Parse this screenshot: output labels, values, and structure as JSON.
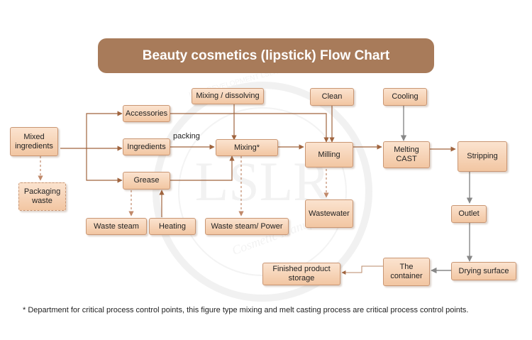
{
  "title": "Beauty cosmetics (lipstick) Flow Chart",
  "watermark": {
    "text_large": "LSLR",
    "text_small": "Cosmetic Manufacturer",
    "text_top": "INCE DEVELOPMENT LSLR"
  },
  "nodes": {
    "mixed_ingredients": "Mixed ingredients",
    "packaging_waste": "Packaging waste",
    "accessories": "Accessories",
    "ingredients": "Ingredients",
    "grease": "Grease",
    "waste_steam": "Waste steam",
    "heating": "Heating",
    "mixing_dissolving": "Mixing / dissolving",
    "mixing": "Mixing*",
    "waste_steam_power": "Waste steam/ Power",
    "clean": "Clean",
    "milling": "Milling",
    "wastewater": "Wastewater",
    "cooling": "Cooling",
    "melting_cast": "Melting CAST",
    "stripping": "Stripping",
    "outlet": "Outlet",
    "drying_surface": "Drying surface",
    "the_container": "The container",
    "finished_product_storage": "Finished product storage"
  },
  "labels": {
    "packing": "packing"
  },
  "footnote": "* Department for critical process control points, this figure type mixing and melt casting process are critical process control points.",
  "colors": {
    "title_bg": "#a87b5a",
    "box_fill": "#f6d3b7",
    "box_border": "#c99673",
    "solid_line": "#a0643e",
    "dashed_line": "#c0896a",
    "gray_arrow": "#888888"
  }
}
